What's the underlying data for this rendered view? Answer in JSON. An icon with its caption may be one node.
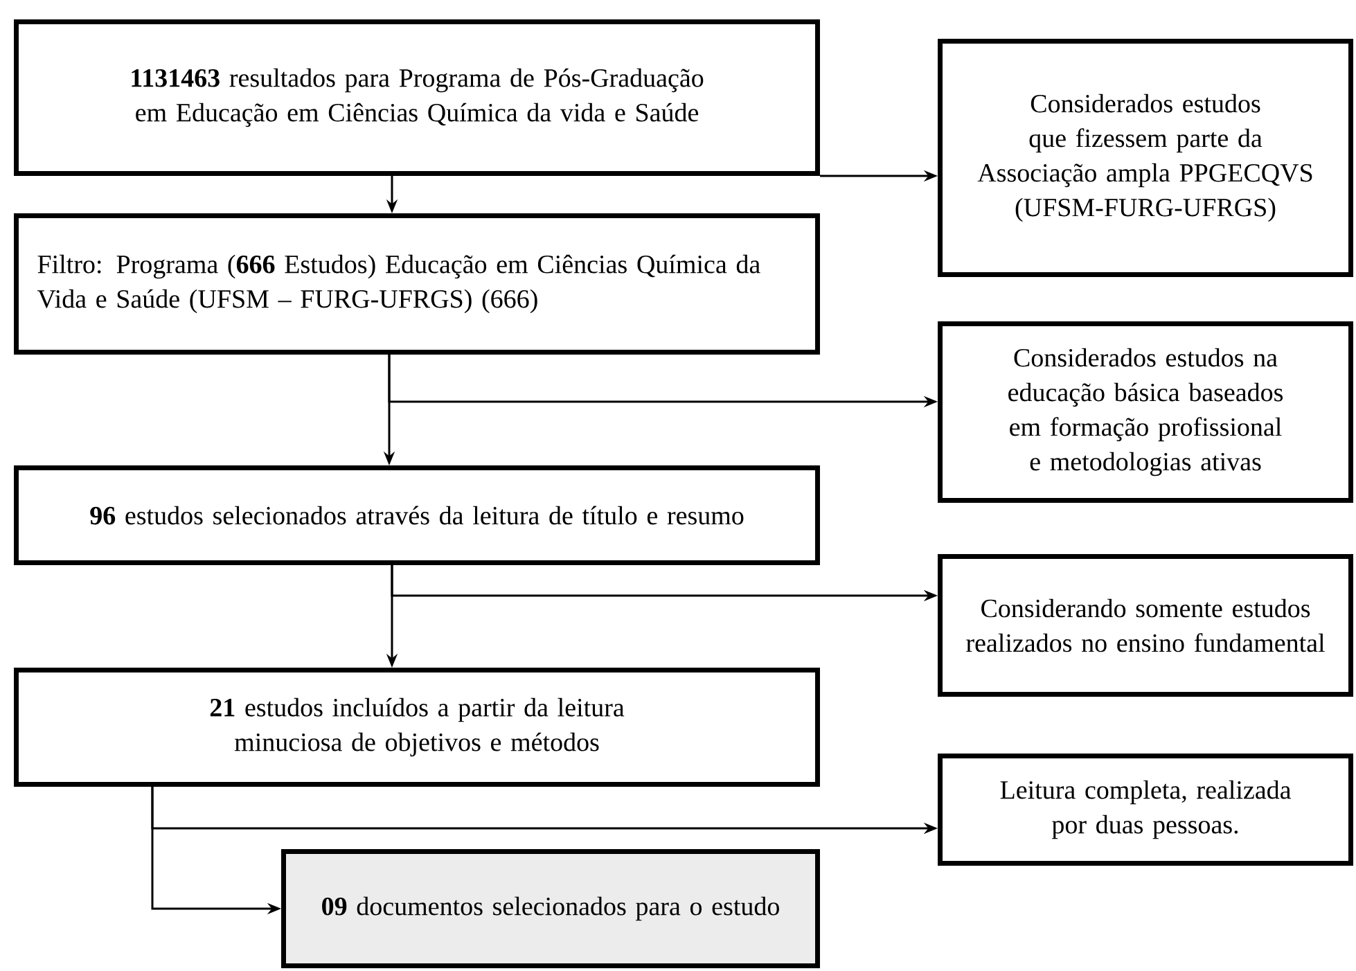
{
  "diagram": {
    "nodes": [
      {
        "text": [
          "**1131463** resultados para Programa de Pós-Graduação em Educação em Ciências Química da vida e Saúde"
        ]
      },
      {
        "text": [
          "Filtro: Programa (**666** Estudos) Educação em Ciências Química da Vida e Saúde (UFSM – FURG-UFRGS) (666)"
        ]
      },
      {
        "text": [
          "**96** estudos selecionados através da leitura de título e resumo"
        ]
      },
      {
        "text": [
          "**21** estudos incluídos a partir da leitura minuciosa de objetivos e métodos"
        ]
      },
      {
        "text": [
          "**09** documentos selecionados para o estudo"
        ]
      },
      {
        "text": [
          "Considerados estudos que fizessem parte da Associação ampla PPGECQVS (UFSM-FURG-UFRGS)"
        ]
      },
      {
        "text": [
          "Considerados estudos na educação básica baseados em formação profissional e metodologias ativas"
        ]
      },
      {
        "text": [
          "Considerando somente estudos realizados no ensino fundamental"
        ]
      },
      {
        "text": [
          "Leitura completa, realizada por duas pessoas."
        ]
      }
    ],
    "edges": [
      {
        "from": 0,
        "to": 1,
        "arrow": "to"
      },
      {
        "from": 0,
        "to": 5,
        "arrow": "to"
      },
      {
        "from": 1,
        "to": 2,
        "arrow": "to"
      },
      {
        "from": 1,
        "to": 6,
        "arrow": "to"
      },
      {
        "from": 2,
        "to": 3,
        "arrow": "to"
      },
      {
        "from": 2,
        "to": 7,
        "arrow": "to"
      },
      {
        "from": 3,
        "to": 8,
        "arrow": "to"
      },
      {
        "from": 3,
        "to": 4,
        "arrow": "to"
      }
    ]
  }
}
